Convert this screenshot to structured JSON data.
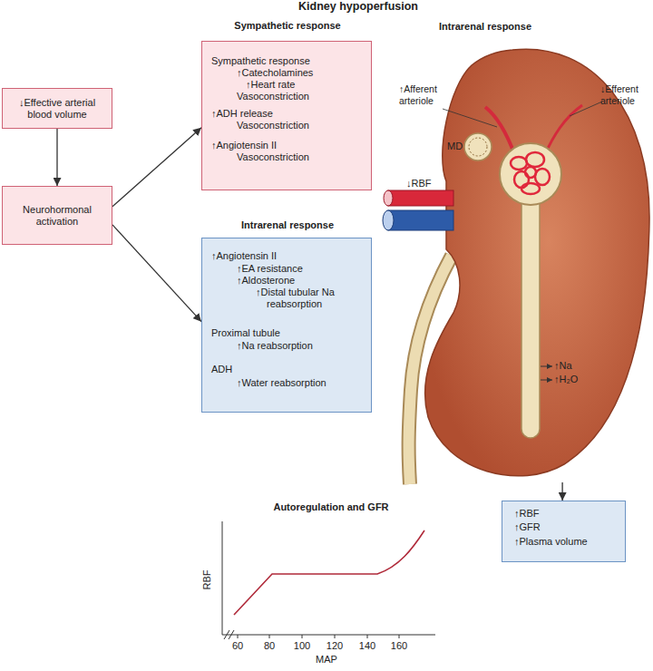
{
  "diagram": {
    "title": "Kidney hypoperfusion",
    "nodes": [
      {
        "text": [
          "↓Effective arterial blood volume"
        ]
      },
      {
        "text": [
          "Neurohormonal activation"
        ]
      },
      {
        "text": [
          "Sympathetic response",
          "Sympathetic response",
          "↑Catecholamines",
          "↑Heart rate",
          "Vasoconstriction",
          "↑ADH release",
          "Vasoconstriction",
          "↑Angiotensin II",
          "Vasoconstriction"
        ]
      },
      {
        "text": [
          "Intrarenal response",
          "↑Angiotensin II",
          "↑EA resistance",
          "↑Aldosterone",
          "↑Distal tubular Na reabsorption",
          "Proximal tubule",
          "↑Na reabsorption",
          "ADH",
          "↑Water reabsorption"
        ]
      },
      {
        "text": [
          "Intrarenal response"
        ]
      },
      {
        "text": [
          "↑RBF",
          "↑GFR",
          "↑Plasma volume"
        ]
      }
    ],
    "edges": [
      {
        "from": 0,
        "to": 1,
        "arrow": "to"
      },
      {
        "from": 1,
        "to": 2,
        "arrow": "to"
      },
      {
        "from": 1,
        "to": 3,
        "arrow": "to"
      },
      {
        "from": 4,
        "to": 5,
        "arrow": "to"
      }
    ],
    "labels": [
      "↑Afferent arteriole",
      "↓Efferent arteriole",
      "MD",
      "↓RBF",
      "↑Na",
      "↑H₂O",
      "Autoregulation and GFR",
      "RBF",
      "MAP",
      "60",
      "80",
      "100",
      "120",
      "140",
      "160"
    ]
  }
}
